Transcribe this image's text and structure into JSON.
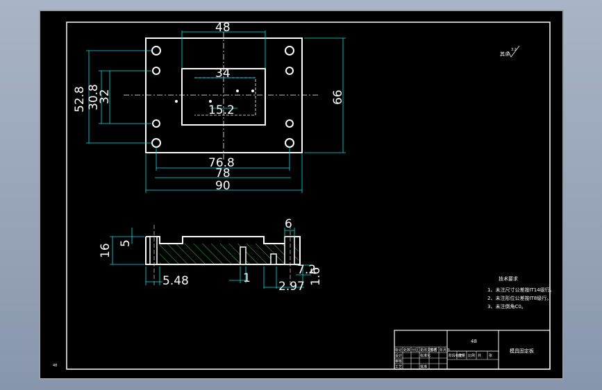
{
  "drawing": {
    "dims_plan": {
      "top_width": "48",
      "inner_width": "34",
      "slot_width": "15.2",
      "height_outer": "52.8",
      "height_mid": "30.8",
      "height_inner": "32",
      "height_right": "66",
      "bottom_1": "76.8",
      "bottom_2": "78",
      "bottom_3": "90"
    },
    "dims_section": {
      "height_total": "16",
      "height_pocket": "5",
      "left_offset": "5.48",
      "web": "1",
      "slot_top": "6",
      "right_1": "7.2",
      "right_2": "2.97",
      "right_3": "1.6"
    },
    "surface_note": "其余",
    "surface_value": "3.2",
    "tech_req": {
      "title": "技术要求",
      "items": [
        "1、未注尺寸公差按IT14级行。",
        "2、未注形位公差按IT8级行。",
        "3、未注倒角C0。"
      ]
    },
    "title_block": {
      "material": "48",
      "name": "模具固定板",
      "left_cells": [
        "标记",
        "处数",
        "分区",
        "更改文件号",
        "签名",
        "年月日"
      ],
      "left_cells_2": [
        "设计",
        "",
        "标准化",
        "",
        "",
        ""
      ],
      "left_cells_3": [
        "审核",
        "",
        "",
        "",
        "",
        ""
      ],
      "left_cells_4": [
        "工艺",
        "",
        "批准",
        "",
        "",
        ""
      ],
      "stage_cells": [
        "阶段标记",
        "重量",
        "比例",
        "共",
        "张"
      ]
    },
    "corner_mark": "48"
  }
}
